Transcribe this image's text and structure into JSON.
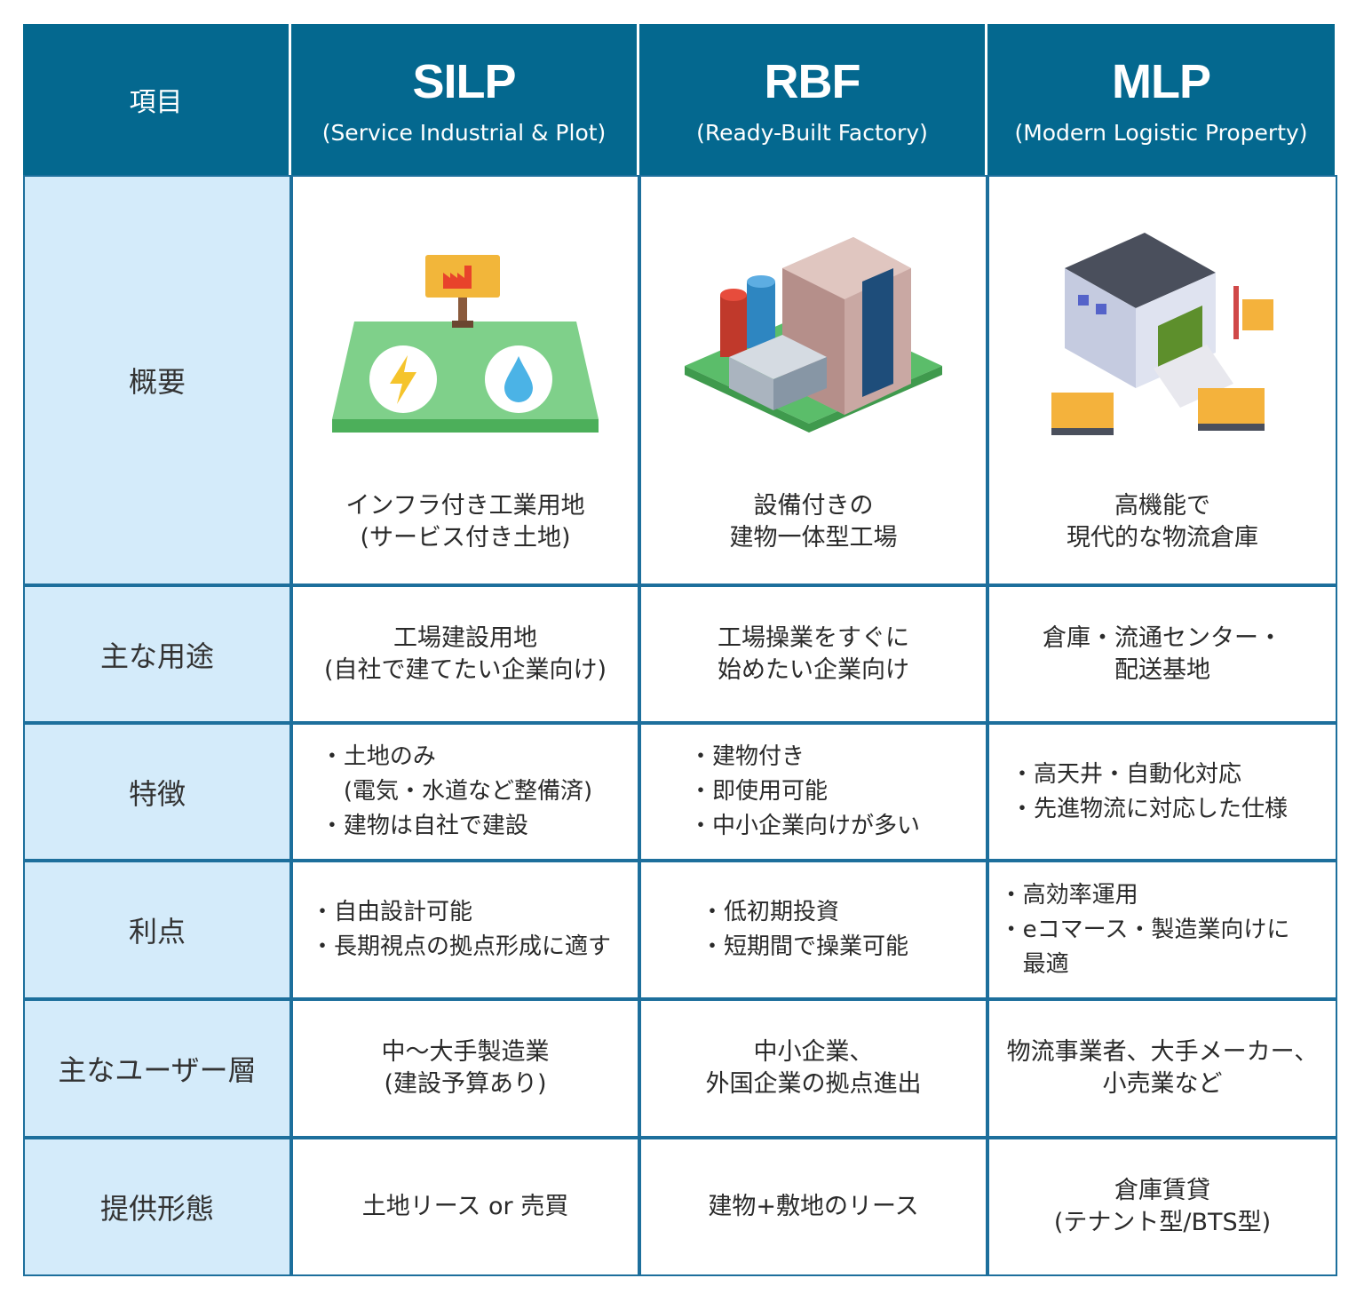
{
  "header": {
    "item_label": "項目",
    "columns": [
      {
        "title": "SILP",
        "subtitle": "(Service Industrial & Plot)"
      },
      {
        "title": "RBF",
        "subtitle": "(Ready-Built Factory)"
      },
      {
        "title": "MLP",
        "subtitle": "(Modern Logistic Property)"
      }
    ]
  },
  "rows": {
    "overview": {
      "label": "概要",
      "cells": [
        {
          "line1": "インフラ付き工業用地",
          "line2": "(サービス付き土地)",
          "icon": "land-with-utilities-icon"
        },
        {
          "line1": "設備付きの",
          "line2": "建物一体型工場",
          "icon": "factory-building-icon"
        },
        {
          "line1": "高機能で",
          "line2": "現代的な物流倉庫",
          "icon": "logistics-warehouse-icon"
        }
      ]
    },
    "use": {
      "label": "主な用途",
      "cells": [
        {
          "line1": "工場建設用地",
          "line2": "(自社で建てたい企業向け)"
        },
        {
          "line1": "工場操業をすぐに",
          "line2": "始めたい企業向け"
        },
        {
          "line1": "倉庫・流通センター・",
          "line2": "配送基地"
        }
      ]
    },
    "features": {
      "label": "特徴",
      "cells": [
        [
          "・土地のみ",
          "　(電気・水道など整備済)",
          "・建物は自社で建設"
        ],
        [
          "・建物付き",
          "・即使用可能",
          "・中小企業向けが多い"
        ],
        [
          "・高天井・自動化対応",
          "・先進物流に対応した仕様"
        ]
      ]
    },
    "benefits": {
      "label": "利点",
      "cells": [
        [
          "・自由設計可能",
          "・長期視点の拠点形成に適す"
        ],
        [
          "・低初期投資",
          "・短期間で操業可能"
        ],
        [
          "・高効率運用",
          "・eコマース・製造業向けに",
          "　最適"
        ]
      ]
    },
    "users": {
      "label": "主なユーザー層",
      "cells": [
        {
          "line1": "中〜大手製造業",
          "line2": "(建設予算あり)"
        },
        {
          "line1": "中小企業、",
          "line2": "外国企業の拠点進出"
        },
        {
          "line1": "物流事業者、大手メーカー、",
          "line2": "小売業など"
        }
      ]
    },
    "offer": {
      "label": "提供形態",
      "cells": [
        {
          "line1": "土地リース or 売買",
          "line2": ""
        },
        {
          "line1": "建物+敷地のリース",
          "line2": ""
        },
        {
          "line1": "倉庫賃貸",
          "line2": "(テナント型/BTS型)"
        }
      ]
    }
  },
  "colors": {
    "header_bg": "#04688f",
    "row_header_bg": "#d4ebfa",
    "border": "#1d6f9c"
  }
}
